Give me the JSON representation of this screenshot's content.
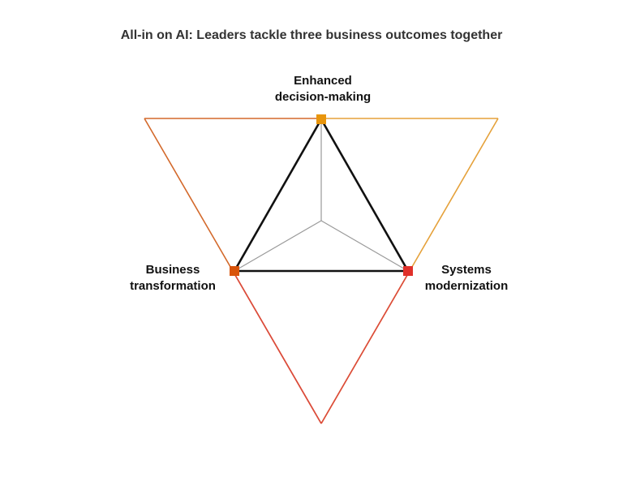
{
  "title": "All-in on AI: Leaders tackle three business outcomes together",
  "outcomes": {
    "top": {
      "line1": "Enhanced",
      "line2": "decision-making",
      "color": "#E8950C"
    },
    "left": {
      "line1": "Business",
      "line2": "transformation",
      "color": "#D9540A"
    },
    "right": {
      "line1": "Systems",
      "line2": "modernization",
      "color": "#E0302A"
    }
  },
  "colors": {
    "outer_left_edge": "#D3692B",
    "outer_right_edge": "#E5A13A",
    "outer_bottom_edge": "#DC4A3C",
    "inner_triangle": "#111111",
    "spokes": "#9a9a9a"
  }
}
